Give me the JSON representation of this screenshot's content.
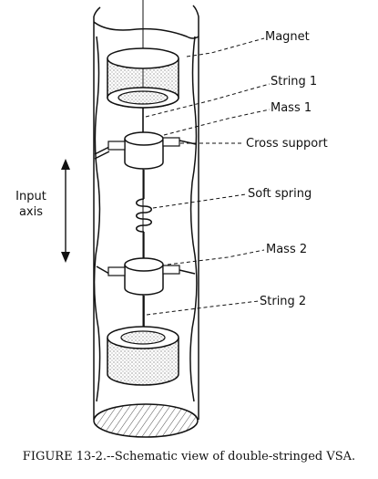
{
  "labels": {
    "magnet": "Magnet",
    "string1": "String 1",
    "mass1": "Mass 1",
    "cross_support": "Cross support",
    "soft_spring": "Soft spring",
    "mass2": "Mass 2",
    "string2": "String 2",
    "input_axis_line1": "Input",
    "input_axis_line2": "axis"
  },
  "caption": "FIGURE 13-2.--Schematic view of double-stringed VSA."
}
